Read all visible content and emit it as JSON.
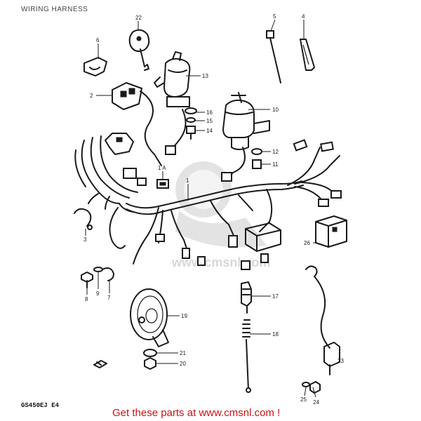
{
  "page": {
    "title": "WIRING HARNESS",
    "model_code": "GS450EJ E4",
    "footer_cta": "Get these parts at www.cmsnl.com !",
    "watermark_text": "www.cmsnl.com",
    "colors": {
      "lines": "#1a1a1a",
      "cta": "#cc1111",
      "watermark": "#bdbdbd"
    }
  },
  "callouts": {
    "c1": "1",
    "c1A": "1 A",
    "c2": "2",
    "c3": "3",
    "c4": "4",
    "c5": "5",
    "c6": "6",
    "c7": "7",
    "c8": "8",
    "c9": "9",
    "c10": "10",
    "c11": "11",
    "c12": "12",
    "c13": "13",
    "c14": "14",
    "c15": "15",
    "c16": "16",
    "c17": "17",
    "c18": "18",
    "c19": "19",
    "c20": "20",
    "c21": "21",
    "c22": "22",
    "c23": "23",
    "c24": "24",
    "c25": "25",
    "c26": "26"
  }
}
